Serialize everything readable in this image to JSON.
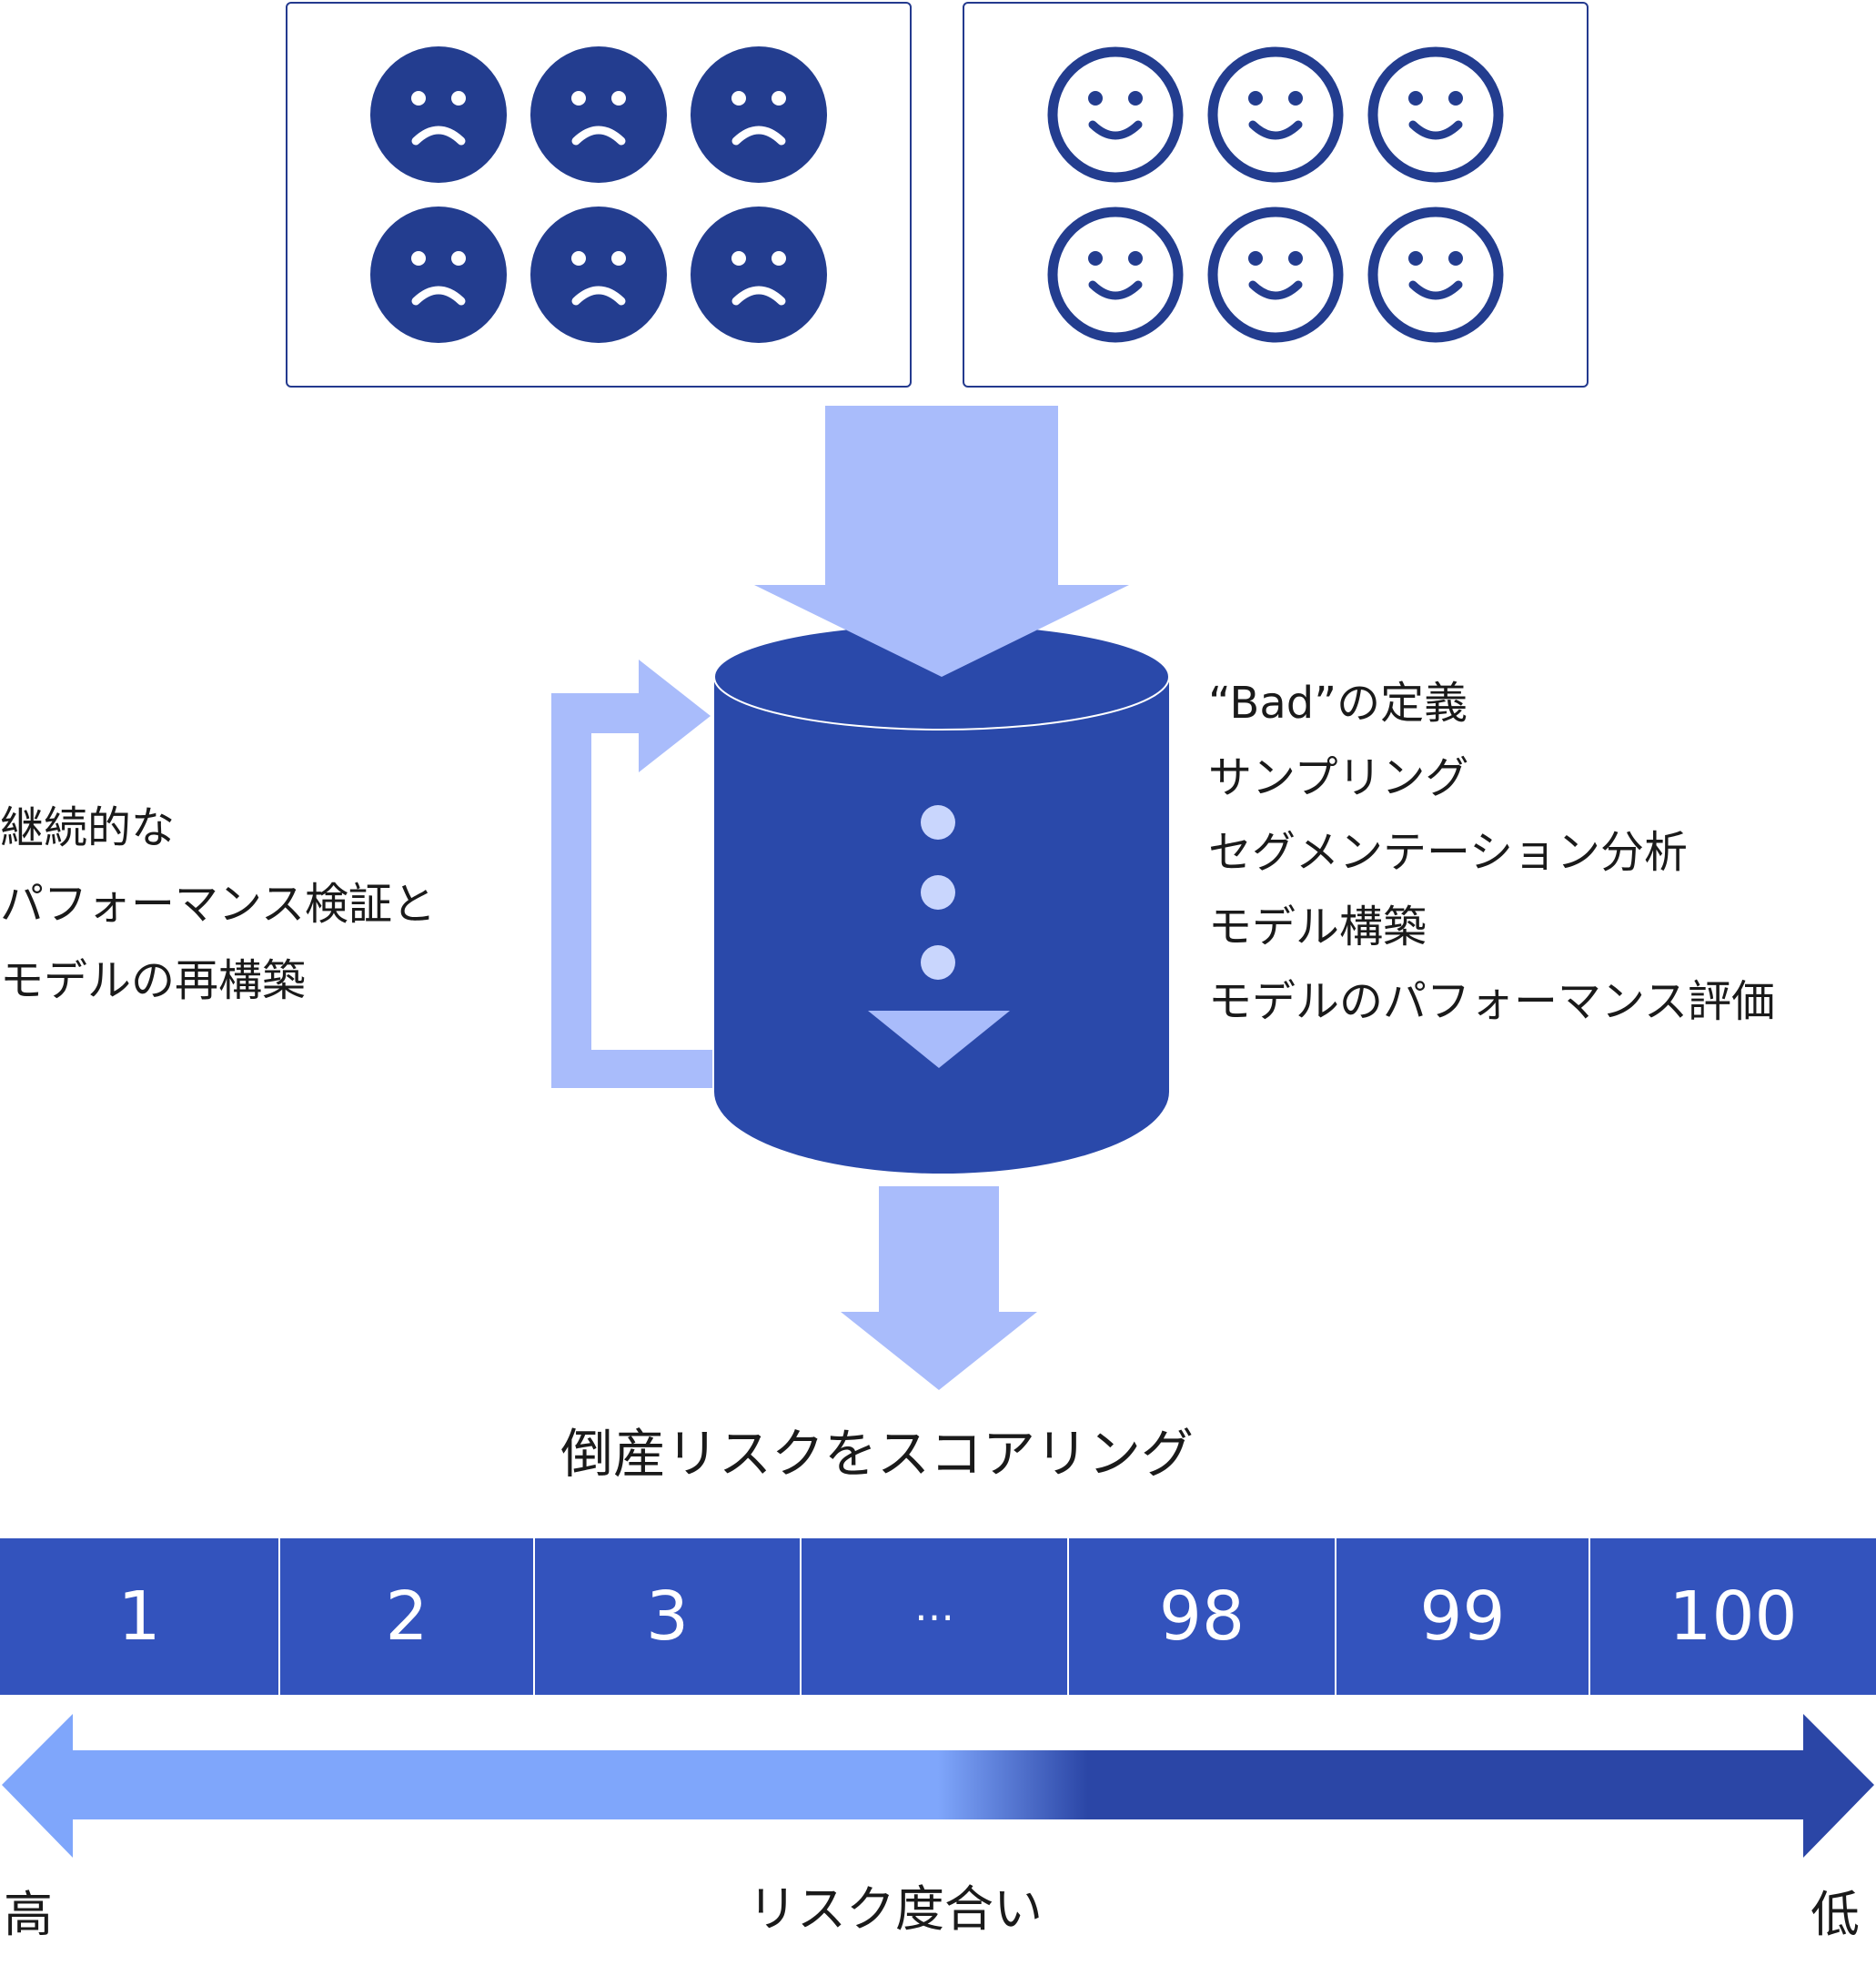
{
  "panels": {
    "bad": {
      "face_type": "frown-face-icon",
      "count": 6
    },
    "good": {
      "face_type": "smile-face-icon",
      "count": 6
    }
  },
  "left_text": {
    "lines": [
      "継続的な",
      "パフォーマンス検証と",
      "モデルの再構築"
    ]
  },
  "right_text": {
    "lines": [
      "“Bad”の定義",
      "サンプリング",
      "セグメンテーション分析",
      "モデル構築",
      "モデルのパフォーマンス評価"
    ]
  },
  "scoring_title": "倒産リスクをスコアリング",
  "score_cells": [
    "1",
    "2",
    "3",
    "…",
    "98",
    "99",
    "100"
  ],
  "risk_axis": {
    "high_label": "高",
    "center_label": "リスク度合い",
    "low_label": "低"
  },
  "colors": {
    "dark_navy": "#233d8f",
    "cylinder_blue": "#2a49aa",
    "light_arrow": "#a9bcfb",
    "score_bar": "#3353bd",
    "gradient_light": "#7fa6fb",
    "gradient_dark": "#2b46a6"
  }
}
